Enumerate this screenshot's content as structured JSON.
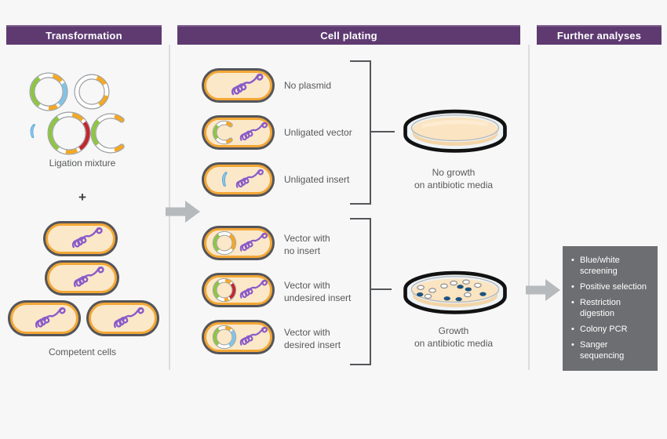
{
  "headers": {
    "transformation": "Transformation",
    "cell_plating": "Cell plating",
    "further_analyses": "Further analyses"
  },
  "transformation": {
    "ligation_label": "Ligation mixture",
    "plus_sign": "+",
    "competent_label": "Competent cells"
  },
  "cell_plating": {
    "labels": [
      "No plasmid",
      "Unligated vector",
      "Unligated insert",
      "Vector with\nno insert",
      "Vector with\nundesired insert",
      "Vector with\ndesired insert"
    ],
    "no_growth_caption": "No growth\non antibiotic media",
    "growth_caption": "Growth\non antibiotic media",
    "colonies": {
      "white_count": 8,
      "blue_count": 6
    }
  },
  "further_analyses": {
    "items": [
      "Blue/white\nscreening",
      "Positive selection",
      "Restriction\ndigestion",
      "Colony PCR",
      "Sanger\nsequencing"
    ]
  },
  "icons": {
    "arrow": "right-block-arrow-icon",
    "bacterium": "pill-shaped-cell-icon",
    "dna": "chromosomal-dna-squiggle-icon",
    "plasmid": "plasmid-ring-icon",
    "petri_dish": "petri-dish-icon"
  },
  "colors": {
    "accent_purple": "#5e3a71",
    "cell_fill": "#fbe8c9",
    "cell_membrane": "#f3a736",
    "cell_wall": "#54555a",
    "dna_purple": "#8a5bc8",
    "vector_green": "#8dc63f",
    "marker_yellow": "#f5a71f",
    "undesired_red": "#c1272d",
    "insert_blue": "#7fc4e9",
    "colony_blue": "#1c5380",
    "analysis_box_gray": "#6d6e71",
    "text_gray": "#58595b",
    "arrow_gray": "#b7babc"
  }
}
